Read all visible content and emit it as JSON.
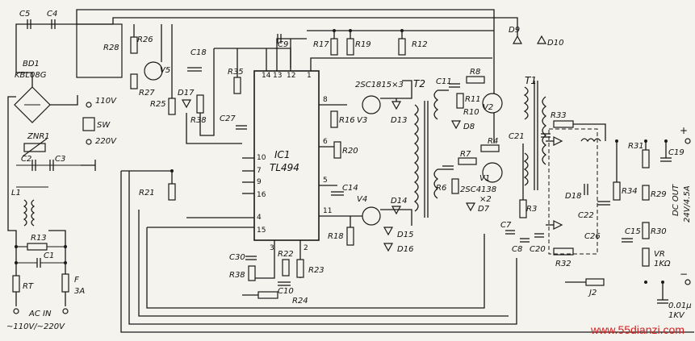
{
  "labels": {
    "c5": "C5",
    "c4": "C4",
    "r28": "R28",
    "r26": "R26",
    "r27": "R27",
    "v5": "V5",
    "c18": "C18",
    "r25": "R25",
    "d17": "D17",
    "r35": "R35",
    "r38": "R38",
    "c27": "C27",
    "c9": "C9",
    "r17": "R17",
    "r19": "R19",
    "r12": "R12",
    "d9": "D9",
    "d10": "D10",
    "t1": "T1",
    "t2": "T2",
    "c11": "C11",
    "r8": "R8",
    "r11": "R11",
    "r10": "R10",
    "v2": "V2",
    "d8": "D8",
    "tr_type1": "2SC1815×3",
    "v3": "V3",
    "d13": "D13",
    "r16": "R16",
    "r20": "R20",
    "ic1": "IC1",
    "tl494": "TL494",
    "r21": "R21",
    "c14": "C14",
    "v4": "V4",
    "d14": "D14",
    "d15": "D15",
    "d16": "D16",
    "r18": "R18",
    "c21": "C21",
    "r33": "R33",
    "r4": "R4",
    "r7": "R7",
    "v1": "V1",
    "r6": "R6",
    "tr_type2": "2SC4138",
    "x2": "×2",
    "d7": "D7",
    "r3": "R3",
    "c7": "C7",
    "c8": "C8",
    "c20": "C20",
    "d18": "D18",
    "c22": "C22",
    "c26": "C26",
    "r34": "R34",
    "r31": "R31",
    "c19": "C19",
    "r29": "R29",
    "r30": "R30",
    "c15": "C15",
    "vr": "VR",
    "vr_val": "1KΩ",
    "r32": "R32",
    "j2": "J2",
    "cap_val": "0.01μ",
    "cap_volt": "1KV",
    "c30": "C30",
    "r36": "R38",
    "r22": "R22",
    "c10": "C10",
    "r23": "R23",
    "r24": "R24",
    "bd1": "BD1",
    "bd1_part": "KBL08G",
    "v110": "110V",
    "sw": "SW",
    "v220": "220V",
    "znr1": "ZNR1",
    "c2": "C2",
    "c3": "C3",
    "l1": "L1",
    "r13": "R13",
    "c1": "C1",
    "rt": "RT",
    "f": "F",
    "f_val": "3A",
    "ac_in": "AC IN",
    "ac_range": "~110V/~220V",
    "dc_out": "DC OUT",
    "dc_val": "24V/4.5A",
    "plus": "+",
    "minus": "−",
    "watermark": "www.55dianzi.com"
  },
  "pins": {
    "p14": "14",
    "p13": "13",
    "p12": "12",
    "p1": "1",
    "p8": "8",
    "p6": "6",
    "p10": "10",
    "p7": "7",
    "p9": "9",
    "p16": "16",
    "p5": "5",
    "p11": "11",
    "p4": "4",
    "p15": "15",
    "p3": "3",
    "p2": "2"
  }
}
